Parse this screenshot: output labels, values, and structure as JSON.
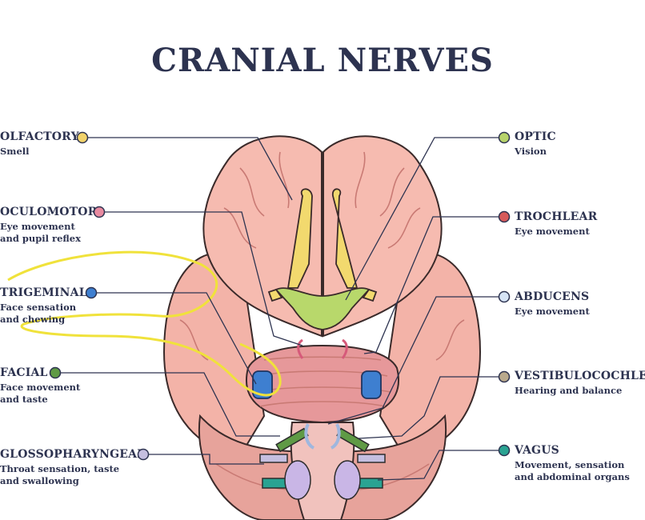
{
  "title": "CRANIAL NERVES",
  "nerves": [
    {
      "name": "OLFACTORY",
      "desc": "Smell",
      "color": "#f2d36b"
    },
    {
      "name": "OCULOMOTOR",
      "desc": "Eye movement\nand pupil reflex",
      "color": "#e88aa0"
    },
    {
      "name": "TRIGEMINAL",
      "desc": "Face sensation\nand chewing",
      "color": "#3e7fd0"
    },
    {
      "name": "FACIAL",
      "desc": "Face movement\nand taste",
      "color": "#5f9a45"
    },
    {
      "name": "GLOSSOPHARYNGEAL",
      "desc": "Throat sensation, taste\nand swallowing",
      "color": "#c5bfe0"
    },
    {
      "name": "OPTIC",
      "desc": "Vision",
      "color": "#b7d36a"
    },
    {
      "name": "TROCHLEAR",
      "desc": "Eye movement",
      "color": "#d65a5a"
    },
    {
      "name": "ABDUCENS",
      "desc": "Eye movement",
      "color": "#d6e4f6"
    },
    {
      "name": "VESTIBULOCOCHLEAR",
      "desc": "Hearing and balance",
      "color": "#b9a98c"
    },
    {
      "name": "VAGUS",
      "desc": "Movement, sensation\nand abdominal organs",
      "color": "#2aa392"
    }
  ]
}
